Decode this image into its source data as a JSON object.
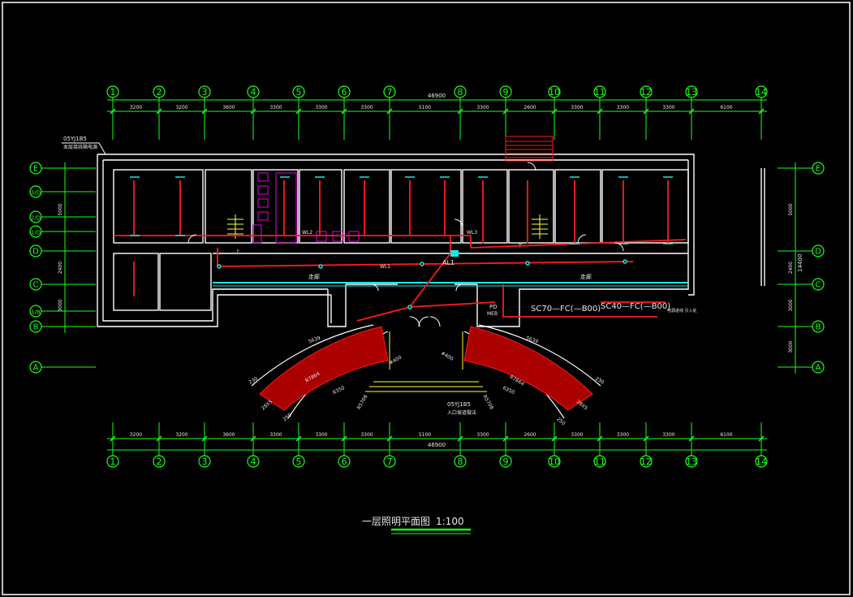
{
  "colors": {
    "background": "#000000",
    "frame": "#ffffff",
    "axis": "#19ff19",
    "wiring": "#ff1a1a",
    "fixture": "#19e6e6",
    "sanitary": "#e600e6",
    "stair": "#ffff33",
    "text": "#e8e8e8"
  },
  "title": {
    "main": "一层照明平面图",
    "scale": "1:100"
  },
  "axes": {
    "columns": [
      "1",
      "2",
      "3",
      "4",
      "5",
      "6",
      "7",
      "8",
      "9",
      "10",
      "11",
      "12",
      "13",
      "14"
    ],
    "rows_left": [
      "E",
      "3/D",
      "2/D",
      "1/D",
      "D",
      "C",
      "1/B",
      "B",
      "A"
    ],
    "rows_right": [
      "E",
      "D",
      "C",
      "B",
      "A"
    ]
  },
  "dimensions": {
    "top_total": "46900",
    "bottom_total": "46900",
    "top_spans": [
      "3200",
      "3200",
      "3600",
      "3300",
      "3300",
      "3300",
      "5100",
      "3300",
      "2600",
      "3300",
      "3300",
      "3300",
      "6100"
    ],
    "bottom_spans": [
      "3200",
      "3200",
      "3600",
      "3300",
      "3300",
      "3300",
      "5100",
      "3300",
      "2600",
      "3300",
      "3300",
      "3300",
      "6100"
    ],
    "left_vertical": [
      "5000",
      "2400",
      "3000"
    ],
    "right_vertical": [
      "5000",
      "2400",
      "3000",
      "3000"
    ],
    "right_total": "14400",
    "arc": [
      "5639",
      "5639",
      "R7864",
      "R7864",
      "R5708",
      "R5708",
      "6350",
      "6350",
      "230",
      "230",
      "28X5",
      "28X5",
      "250",
      "250",
      "#400",
      "#400"
    ]
  },
  "annotations": {
    "top_left_ref": "05YJ1B5",
    "top_left_note": "本层接线箱电源",
    "corridor_left": "走廊",
    "corridor_right": "走廊",
    "stair_up": "上",
    "stair_down": "下",
    "panel_al1": "AL1",
    "panel_pd": "PD",
    "panel_meb": "MEB",
    "cable_1": "SC70—FC(—B00)",
    "cable_2": "SC40—FC(—B00)",
    "cable_note": "电源进线 引入处",
    "wl1": "WL1",
    "wl2": "WL2",
    "wl3": "WL3",
    "bottom_ref": "05YJ1B5",
    "bottom_note": "入口坡道做法"
  }
}
